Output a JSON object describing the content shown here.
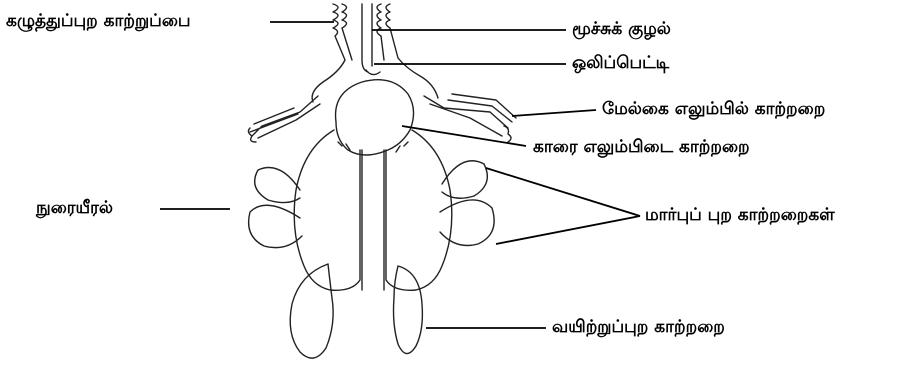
{
  "diagram": {
    "labels": {
      "cervical_sac": "கழுத்துப்புற காற்றுப்பை",
      "trachea": "மூச்சுக் குழல்",
      "syrinx": "ஒலிப்பெட்டி",
      "humeral_sac": "மேல்கை எலும்பில் காற்றறை",
      "interclavicular_sac": "காரை எலும்பிடை காற்றறை",
      "lung": "நுரையீரல்",
      "thoracic_sacs": "மார்புப் புற காற்றறைகள்",
      "abdominal_sac": "வயிற்றுப்புற காற்றறை"
    }
  }
}
